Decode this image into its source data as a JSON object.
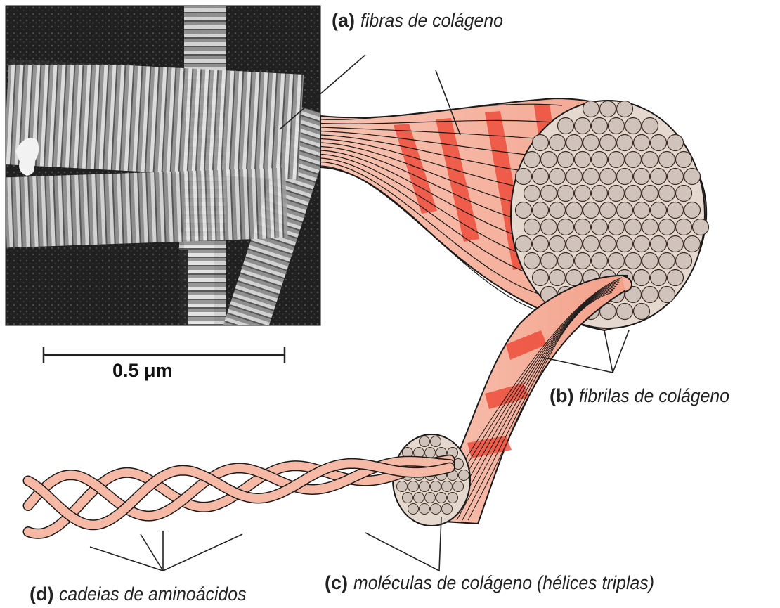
{
  "micrograph": {
    "scale_bar_label": "0.5 μm"
  },
  "labels": {
    "a": {
      "tag": "(a)",
      "text": "fibras de colágeno"
    },
    "b": {
      "tag": "(b)",
      "text": "fibrilas de colágeno"
    },
    "c": {
      "tag": "(c)",
      "text": "moléculas de colágeno (hélices triplas)"
    },
    "d": {
      "tag": "(d)",
      "text": "cadeias de aminoácidos"
    }
  },
  "colors": {
    "fiber_light": "#f6b9a6",
    "fiber_band": "#ec3f2e",
    "fibril_end": "#cfc3bb",
    "outline": "#1a1a1a",
    "micrograph_dark": "#1c1c1c",
    "micrograph_light": "#e8e8e8"
  }
}
